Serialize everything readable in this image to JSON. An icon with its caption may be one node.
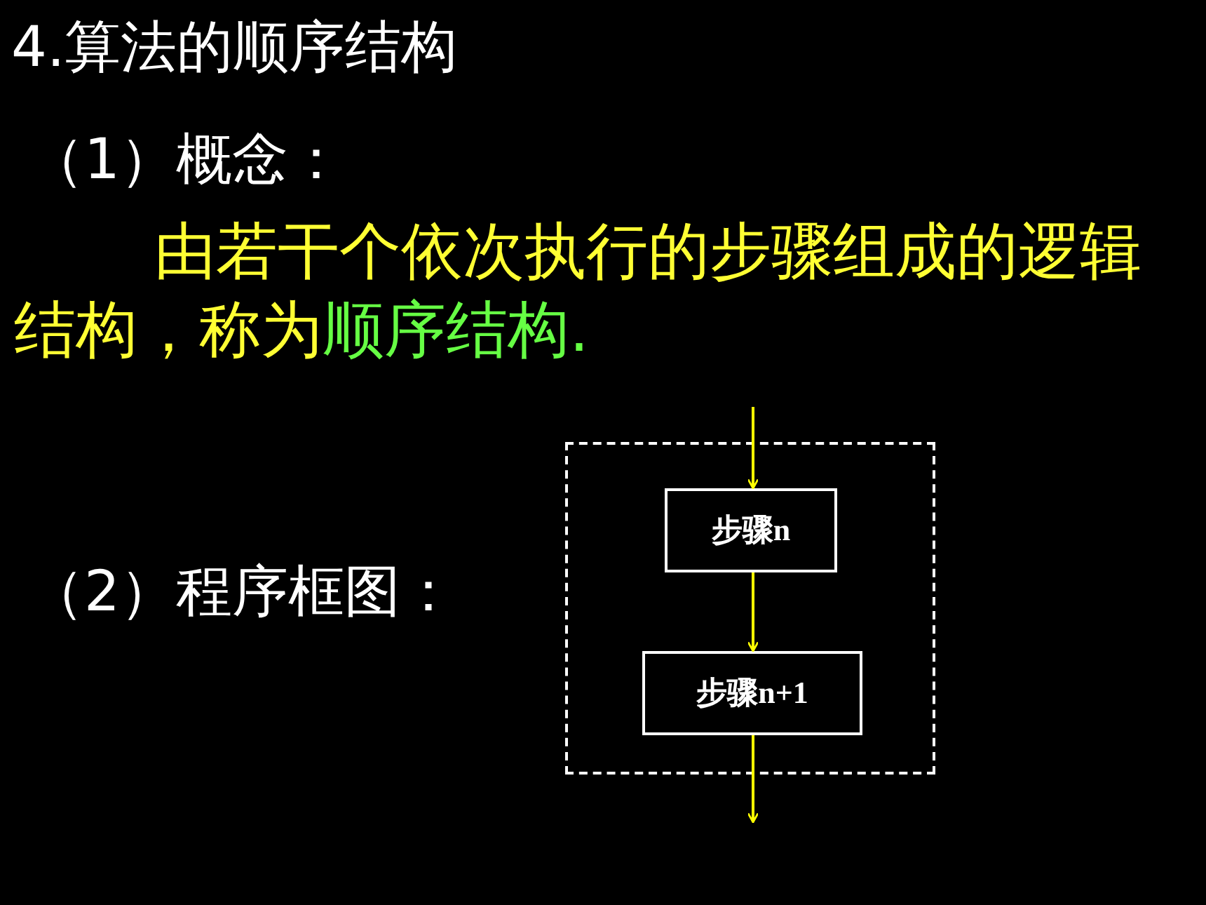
{
  "diagram": {
    "title": "4.算法的顺序结构",
    "nodes": [
      {
        "text": [],
        "shape": "box"
      },
      {
        "text": [
          "步骤n"
        ],
        "in": 0
      },
      {
        "text": [
          "步骤n+1"
        ],
        "in": 0
      }
    ],
    "edges": [
      {
        "from": null,
        "to": 1,
        "arrow": "to"
      },
      {
        "from": 1,
        "to": 2,
        "arrow": "to"
      },
      {
        "from": 2,
        "to": null,
        "arrow": "to"
      }
    ],
    "labels": [
      "（1）概念：",
      "由若干个依次执行的步骤组成的逻辑结构，称为",
      "顺序结构.",
      "（2）程序框图："
    ]
  }
}
